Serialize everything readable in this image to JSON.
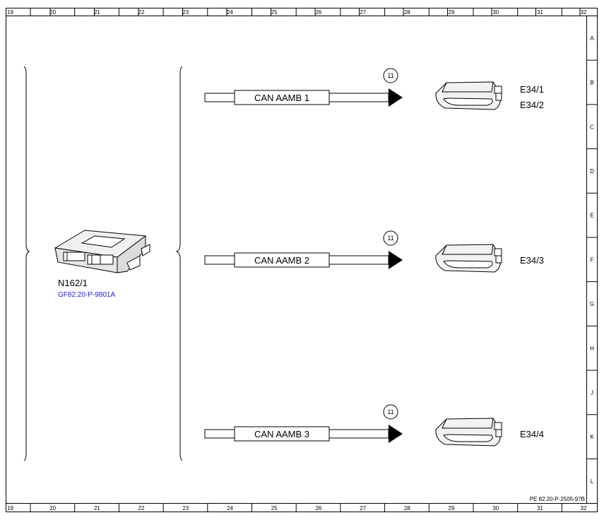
{
  "ruler": {
    "top": [
      "19",
      "20",
      "21",
      "22",
      "23",
      "24",
      "25",
      "26",
      "27",
      "28",
      "29",
      "30",
      "31",
      "32"
    ],
    "bottom": [
      "19",
      "20",
      "21",
      "22",
      "23",
      "24",
      "25",
      "26",
      "27",
      "28",
      "29",
      "30",
      "31",
      "32"
    ]
  },
  "rows": [
    "A",
    "B",
    "C",
    "D",
    "E",
    "F",
    "G",
    "H",
    "J",
    "K",
    "L"
  ],
  "ecu": {
    "label": "N162/1",
    "reference": "GF82.20-P-9801A"
  },
  "buses": [
    {
      "label": "CAN AAMB 1",
      "callout": "11",
      "connectors": [
        "E34/1",
        "E34/2"
      ]
    },
    {
      "label": "CAN AAMB 2",
      "callout": "11",
      "connectors": [
        "E34/3"
      ]
    },
    {
      "label": "CAN AAMB 3",
      "callout": "11",
      "connectors": [
        "E34/4"
      ]
    }
  ],
  "sheet_id": "PE 82.20-P-2505-97B",
  "colors": {
    "line": "#000000",
    "reference_link": "#1a1aff",
    "ecu_fill": "#f0f0f0",
    "lamp_fill": "#f2f2f2"
  }
}
